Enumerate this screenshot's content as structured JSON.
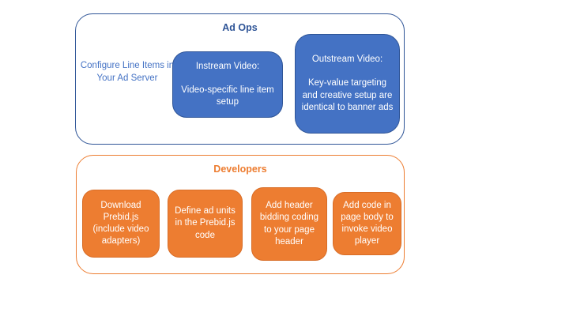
{
  "diagram": {
    "background": "#ffffff",
    "colors": {
      "blue_fill": "#4472C4",
      "blue_border": "#2F5597",
      "blue_title_text": "#2F5597",
      "blue_note_text": "#4472C4",
      "orange_fill": "#ED7D31",
      "orange_border": "#ED7D31",
      "orange_title_text": "#ED7D31",
      "box_text": "#FFFFFF"
    },
    "ad_ops": {
      "title": "Ad Ops",
      "note": "Configure Line Items in Your Ad Server",
      "boxes": [
        {
          "title": "Instream Video:",
          "body": "Video-specific line item setup"
        },
        {
          "title": "Outstream Video:",
          "body": "Key-value targeting and creative setup are identical to banner ads"
        }
      ]
    },
    "developers": {
      "title": "Developers",
      "steps": [
        "Download Prebid.js (include video adapters)",
        "Define ad units in the Prebid.js code",
        "Add header bidding coding to your page header",
        "Add code in page body to invoke video player"
      ]
    }
  }
}
